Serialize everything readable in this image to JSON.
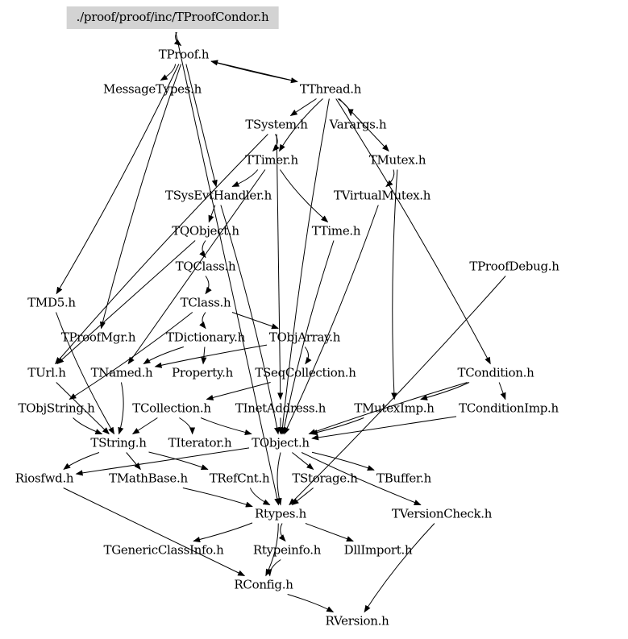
{
  "graph": {
    "title": "./proof/proof/inc/TProofCondor.h",
    "root_fill": "#d3d3d3",
    "edge_color": "#000000",
    "nodes": {
      "root": "./proof/proof/inc/TProofCondor.h",
      "TProof": "TProof.h",
      "MessageTypes": "MessageTypes.h",
      "TThread": "TThread.h",
      "TSystem": "TSystem.h",
      "Varargs": "Varargs.h",
      "TTimer": "TTimer.h",
      "TMutex": "TMutex.h",
      "TSysEvtHandler": "TSysEvtHandler.h",
      "TVirtualMutex": "TVirtualMutex.h",
      "TQObject": "TQObject.h",
      "TTime": "TTime.h",
      "TQClass": "TQClass.h",
      "TProofDebug": "TProofDebug.h",
      "TMD5": "TMD5.h",
      "TClass": "TClass.h",
      "TProofMgr": "TProofMgr.h",
      "TDictionary": "TDictionary.h",
      "TObjArray": "TObjArray.h",
      "TUrl": "TUrl.h",
      "TNamed": "TNamed.h",
      "Property": "Property.h",
      "TSeqCollection": "TSeqCollection.h",
      "TCondition": "TCondition.h",
      "TObjString": "TObjString.h",
      "TCollection": "TCollection.h",
      "TInetAddress": "TInetAddress.h",
      "TMutexImp": "TMutexImp.h",
      "TConditionImp": "TConditionImp.h",
      "TString": "TString.h",
      "TIterator": "TIterator.h",
      "TObject": "TObject.h",
      "Riosfwd": "Riosfwd.h",
      "TMathBase": "TMathBase.h",
      "TRefCnt": "TRefCnt.h",
      "TStorage": "TStorage.h",
      "TBuffer": "TBuffer.h",
      "Rtypes": "Rtypes.h",
      "TVersionCheck": "TVersionCheck.h",
      "TGenericClassInfo": "TGenericClassInfo.h",
      "Rtypeinfo": "Rtypeinfo.h",
      "DllImport": "DllImport.h",
      "RConfig": "RConfig.h",
      "RVersion": "RVersion.h"
    },
    "edges": [
      [
        "root",
        "TProof"
      ],
      [
        "root",
        "Rtypes"
      ],
      [
        "TProof",
        "MessageTypes"
      ],
      [
        "TProof",
        "TThread"
      ],
      [
        "TProof",
        "TSysEvtHandler"
      ],
      [
        "TProof",
        "TMD5"
      ],
      [
        "TProof",
        "TProofMgr"
      ],
      [
        "TThread",
        "TSystem"
      ],
      [
        "TThread",
        "Varargs"
      ],
      [
        "TThread",
        "TTimer"
      ],
      [
        "TThread",
        "TMutex"
      ],
      [
        "TThread",
        "TCondition"
      ],
      [
        "TThread",
        "TObject"
      ],
      [
        "TThread",
        "TProof"
      ],
      [
        "TSystem",
        "TTimer"
      ],
      [
        "TSystem",
        "TUrl"
      ],
      [
        "TSystem",
        "TInetAddress"
      ],
      [
        "TTimer",
        "TSysEvtHandler"
      ],
      [
        "TTimer",
        "TTime"
      ],
      [
        "TTimer",
        "TNamed"
      ],
      [
        "TMutex",
        "TVirtualMutex"
      ],
      [
        "TMutex",
        "TMutexImp"
      ],
      [
        "TSysEvtHandler",
        "TQObject"
      ],
      [
        "TSysEvtHandler",
        "TObject"
      ],
      [
        "TQObject",
        "TQClass"
      ],
      [
        "TQObject",
        "TUrl"
      ],
      [
        "TQClass",
        "TClass"
      ],
      [
        "TClass",
        "TDictionary"
      ],
      [
        "TClass",
        "TObjArray"
      ],
      [
        "TClass",
        "TObjString"
      ],
      [
        "TDictionary",
        "TNamed"
      ],
      [
        "TDictionary",
        "Property"
      ],
      [
        "TObjArray",
        "TSeqCollection"
      ],
      [
        "TObjArray",
        "TNamed"
      ],
      [
        "TSeqCollection",
        "TCollection"
      ],
      [
        "TVirtualMutex",
        "TObject"
      ],
      [
        "TTime",
        "TObject"
      ],
      [
        "TCondition",
        "TConditionImp"
      ],
      [
        "TCondition",
        "TMutexImp"
      ],
      [
        "TCondition",
        "TObject"
      ],
      [
        "TConditionImp",
        "TObject"
      ],
      [
        "TProofDebug",
        "Rtypes"
      ],
      [
        "TMD5",
        "TString"
      ],
      [
        "TUrl",
        "TString"
      ],
      [
        "TNamed",
        "TString"
      ],
      [
        "TObjString",
        "TString"
      ],
      [
        "TCollection",
        "TString"
      ],
      [
        "TCollection",
        "TIterator"
      ],
      [
        "TCollection",
        "TObject"
      ],
      [
        "TInetAddress",
        "TObject"
      ],
      [
        "TMutexImp",
        "TObject"
      ],
      [
        "TString",
        "Riosfwd"
      ],
      [
        "TString",
        "TMathBase"
      ],
      [
        "TString",
        "TRefCnt"
      ],
      [
        "TObject",
        "Rtypes"
      ],
      [
        "TObject",
        "TStorage"
      ],
      [
        "TObject",
        "TBuffer"
      ],
      [
        "TObject",
        "TVersionCheck"
      ],
      [
        "TObject",
        "Riosfwd"
      ],
      [
        "TMathBase",
        "Rtypes"
      ],
      [
        "TRefCnt",
        "Rtypes"
      ],
      [
        "TStorage",
        "Rtypes"
      ],
      [
        "Rtypes",
        "TGenericClassInfo"
      ],
      [
        "Rtypes",
        "Rtypeinfo"
      ],
      [
        "Rtypes",
        "DllImport"
      ],
      [
        "Rtypes",
        "RConfig"
      ],
      [
        "Rtypeinfo",
        "RConfig"
      ],
      [
        "Riosfwd",
        "RConfig"
      ],
      [
        "RConfig",
        "RVersion"
      ],
      [
        "TVersionCheck",
        "RVersion"
      ]
    ]
  }
}
